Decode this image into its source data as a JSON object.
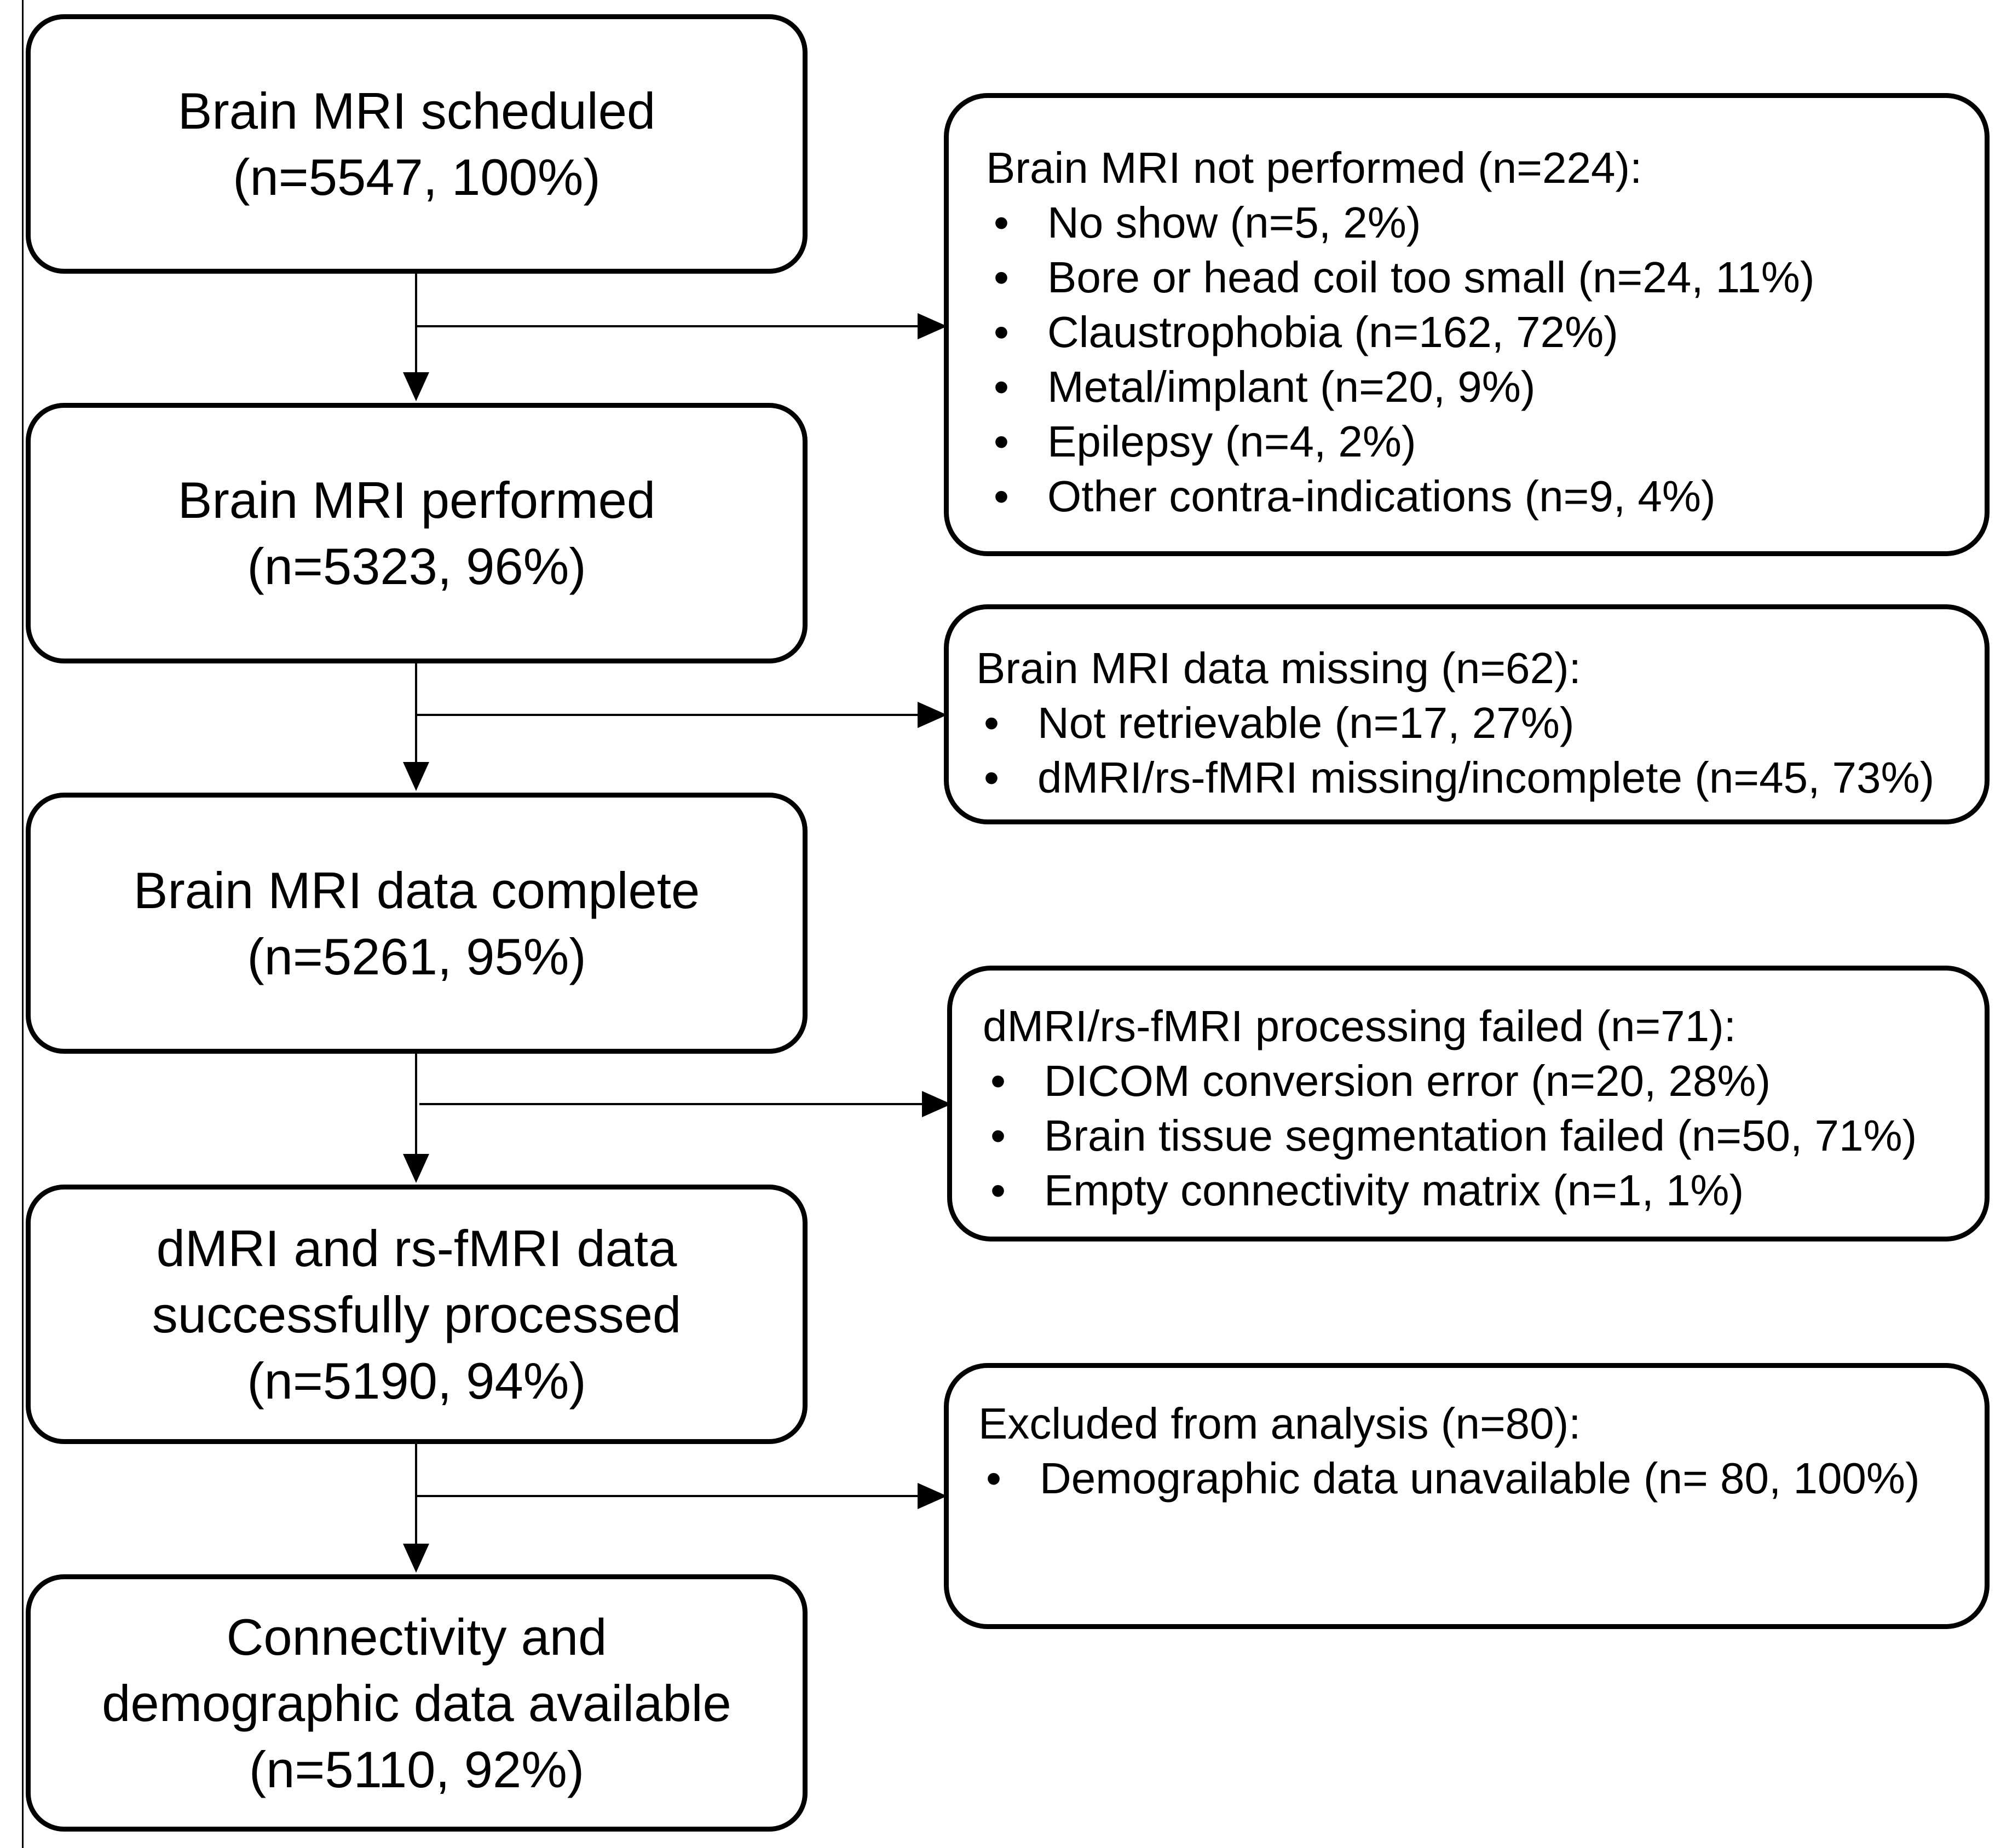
{
  "main_boxes": [
    {
      "id": "scheduled",
      "lines": [
        "Brain MRI scheduled",
        "(n=5547, 100%)"
      ]
    },
    {
      "id": "performed",
      "lines": [
        "Brain MRI performed",
        "(n=5323, 96%)"
      ]
    },
    {
      "id": "complete",
      "lines": [
        "Brain MRI data complete",
        "(n=5261, 95%)"
      ]
    },
    {
      "id": "processed",
      "lines": [
        "dMRI and rs-fMRI data",
        "successfully processed",
        "(n=5190, 94%)"
      ]
    },
    {
      "id": "available",
      "lines": [
        "Connectivity and",
        "demographic data available",
        "(n=5110, 92%)"
      ]
    }
  ],
  "side_boxes": [
    {
      "id": "not-performed",
      "title": "Brain MRI not performed (n=224):",
      "items": [
        "No show (n=5, 2%)",
        "Bore or head coil too small (n=24, 11%)",
        "Claustrophobia (n=162, 72%)",
        "Metal/implant (n=20, 9%)",
        "Epilepsy (n=4, 2%)",
        "Other contra-indications (n=9, 4%)"
      ]
    },
    {
      "id": "data-missing",
      "title": "Brain MRI data missing (n=62):",
      "items": [
        "Not retrievable (n=17, 27%)",
        "dMRI/rs-fMRI missing/incomplete (n=45, 73%)"
      ]
    },
    {
      "id": "processing-failed",
      "title": "dMRI/rs-fMRI processing failed (n=71):",
      "items": [
        "DICOM conversion error (n=20, 28%)",
        "Brain tissue segmentation failed (n=50, 71%)",
        "Empty connectivity matrix (n=1, 1%)"
      ]
    },
    {
      "id": "excluded",
      "title": "Excluded from analysis (n=80):",
      "items": [
        "Demographic data unavailable (n= 80, 100%)"
      ]
    }
  ],
  "bullet_glyph": "•"
}
